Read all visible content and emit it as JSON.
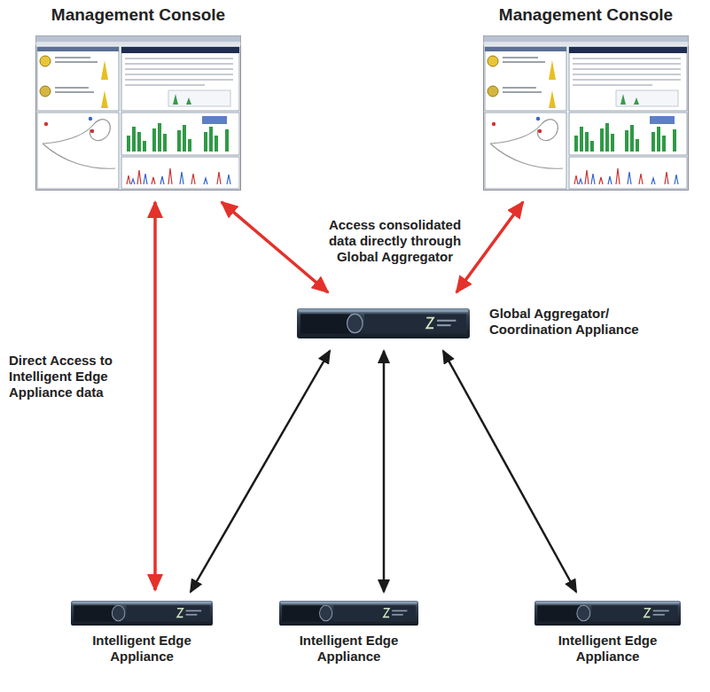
{
  "diagram": {
    "nodes": [
      {
        "text": [
          "Management Console"
        ]
      },
      {
        "text": [
          "Management Console"
        ]
      },
      {
        "text": [
          "Global Aggregator/ Coordination Appliance"
        ]
      },
      {
        "text": [
          "Intelligent Edge Appliance"
        ]
      },
      {
        "text": [
          "Intelligent Edge Appliance"
        ]
      },
      {
        "text": [
          "Intelligent Edge Appliance"
        ]
      }
    ],
    "edges": [
      {
        "from": 0,
        "to": 3,
        "arrow": "both",
        "label": "Direct Access to Intelligent Edge Appliance data"
      },
      {
        "from": 0,
        "to": 2,
        "arrow": "both"
      },
      {
        "from": 1,
        "to": 2,
        "arrow": "both"
      },
      {
        "from": 2,
        "to": 3,
        "arrow": "both"
      },
      {
        "from": 2,
        "to": 4,
        "arrow": "both"
      },
      {
        "from": 2,
        "to": 5,
        "arrow": "both"
      }
    ],
    "labels": [
      "Access consolidated data directly through Global Aggregator"
    ]
  }
}
